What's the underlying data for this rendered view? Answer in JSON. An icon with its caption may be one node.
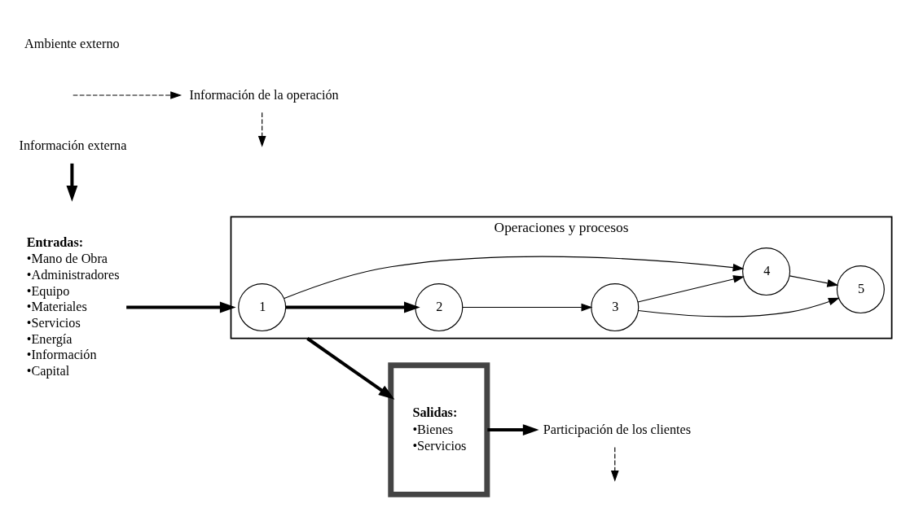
{
  "diagram": {
    "nodes": [
      {
        "text": [
          "Entradas:",
          "•Mano de Obra",
          "•Administradores",
          "•Equipo",
          "•Materiales",
          "•Servicios",
          "•Energía",
          "•Información",
          "•Capital"
        ]
      },
      {
        "text": [
          "Operaciones y procesos"
        ]
      },
      {
        "text": [
          "1"
        ],
        "in": 1
      },
      {
        "text": [
          "2"
        ],
        "in": 1
      },
      {
        "text": [
          "3"
        ],
        "in": 1
      },
      {
        "text": [
          "4"
        ],
        "in": 1
      },
      {
        "text": [
          "5"
        ],
        "in": 1
      },
      {
        "text": [
          "Salidas:",
          "•Bienes",
          "•Servicios"
        ]
      },
      {
        "text": [
          "Participación de los clientes"
        ]
      },
      {
        "text": [
          "Información externa"
        ]
      },
      {
        "text": [
          "Información de la operación"
        ]
      }
    ],
    "edges": [
      {
        "from": 0,
        "to": 1,
        "arrow": "to",
        "style": "thick"
      },
      {
        "from": 2,
        "to": 3,
        "arrow": "to",
        "style": "thick"
      },
      {
        "from": 2,
        "to": 5,
        "arrow": "to"
      },
      {
        "from": 3,
        "to": 4,
        "arrow": "to"
      },
      {
        "from": 4,
        "to": 5,
        "arrow": "to"
      },
      {
        "from": 4,
        "to": 6,
        "arrow": "to"
      },
      {
        "from": 5,
        "to": 6,
        "arrow": "to"
      },
      {
        "from": 1,
        "to": 7,
        "arrow": "to",
        "style": "thick"
      },
      {
        "from": 7,
        "to": 8,
        "arrow": "to",
        "style": "thick"
      },
      {
        "from": 8,
        "to": null,
        "arrow": "to",
        "style": "dashed"
      },
      {
        "from": null,
        "to": 10,
        "arrow": "to",
        "style": "dashed"
      },
      {
        "from": 10,
        "to": null,
        "arrow": "to",
        "style": "dashed"
      },
      {
        "from": 9,
        "to": null,
        "arrow": "to",
        "style": "thick"
      }
    ],
    "labels": [
      "Ambiente externo"
    ]
  }
}
